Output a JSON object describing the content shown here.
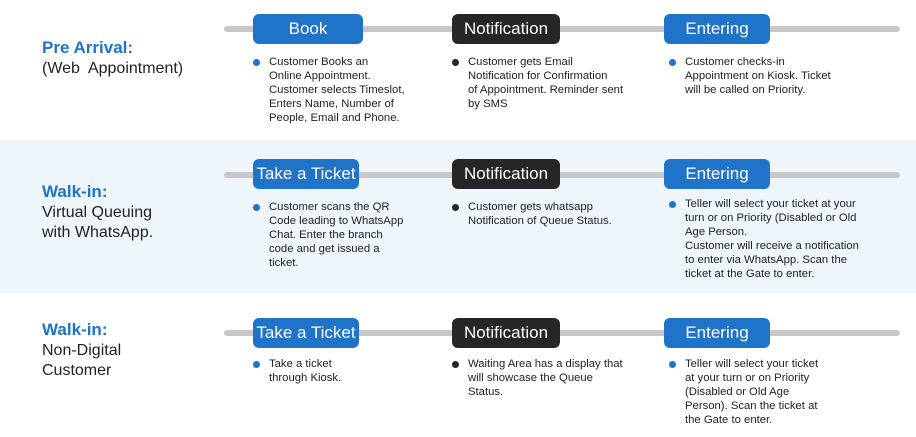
{
  "rows": [
    {
      "title": "Pre Arrival:",
      "subtitle": "(Web  Appointment)",
      "steps": [
        {
          "label": "Book",
          "text": [
            "Customer Books an",
            "Online Appointment.",
            "Customer selects Timeslot,",
            "Enters Name, Number of",
            "People, Email and Phone."
          ]
        },
        {
          "label": "Notification",
          "text": [
            "Customer gets Email",
            "Notification for Confirmation",
            "of Appointment. Reminder sent",
            "by SMS"
          ]
        },
        {
          "label": "Entering",
          "text": [
            "Customer checks-in",
            "Appointment on Kiosk. Ticket",
            "will be called on Priority."
          ]
        }
      ]
    },
    {
      "title": "Walk-in:",
      "subtitle": "Virtual Queuing\nwith WhatsApp.",
      "steps": [
        {
          "label": "Take a Ticket",
          "text": [
            "Customer scans the QR",
            "Code leading to WhatsApp",
            "Chat. Enter the branch",
            "code and get issued a",
            "ticket."
          ]
        },
        {
          "label": "Notification",
          "text": [
            "Customer gets whatsapp",
            "Notification of Queue Status."
          ]
        },
        {
          "label": "Entering",
          "text": [
            "Teller will select your ticket at your",
            "turn or on Priority (Disabled or Old",
            "Age Person.",
            "Customer will receive a notification",
            "to enter via WhatsApp. Scan the",
            "ticket at the Gate to enter."
          ]
        }
      ]
    },
    {
      "title": "Walk-in:",
      "subtitle": "Non-Digital\nCustomer",
      "steps": [
        {
          "label": "Take a Ticket",
          "text": [
            "Take a ticket",
            "through Kiosk."
          ]
        },
        {
          "label": "Notification",
          "text": [
            "Waiting Area has a display that",
            "will showcase the Queue",
            "Status."
          ]
        },
        {
          "label": "Entering",
          "text": [
            "Teller  will select your ticket",
            "at your turn or on Priority",
            "(Disabled or Old Age",
            "Person). Scan the ticket at",
            "the Gate to enter."
          ]
        }
      ]
    }
  ],
  "colors": {
    "blue": "#1f73c9",
    "dark": "#262626",
    "track": "#c8c8c8",
    "band": "#eef5fb"
  }
}
